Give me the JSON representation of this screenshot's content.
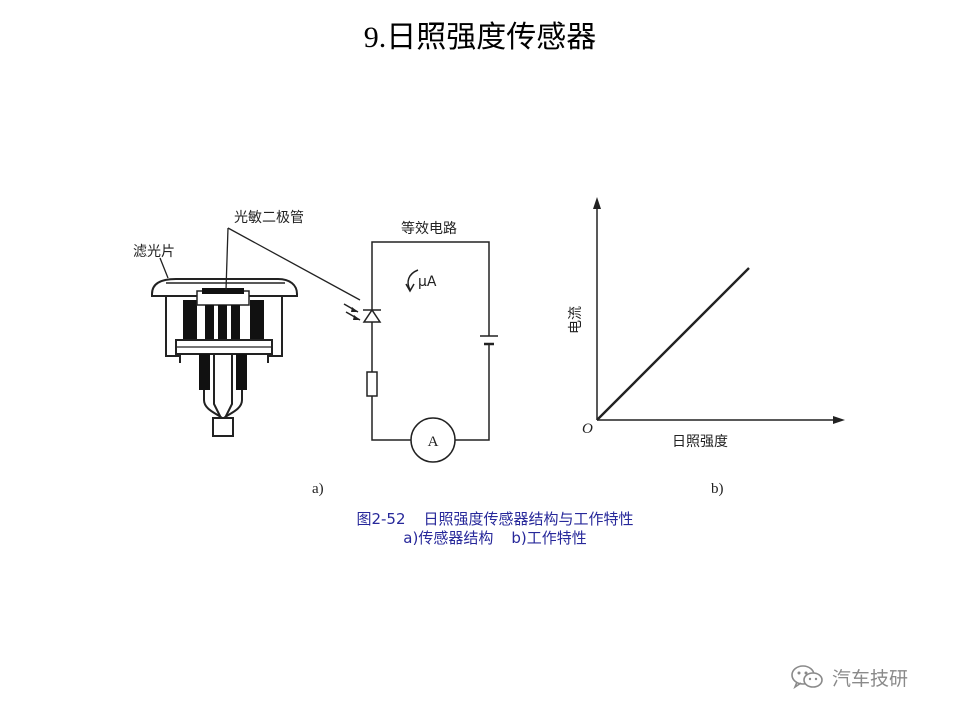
{
  "title": {
    "number": "9.",
    "text": "日照强度传感器"
  },
  "sensor": {
    "label_filter": "滤光片",
    "label_photodiode": "光敏二极管",
    "label_circuit": "等效电路",
    "label_current": "μA",
    "label_ammeter": "A",
    "panel_label": "a)"
  },
  "graph": {
    "ylabel": "电流",
    "xlabel": "日照强度",
    "origin": "O",
    "panel_label": "b)"
  },
  "caption": {
    "figure_no": "图2-52",
    "figure_title": "日照强度传感器结构与工作特性",
    "sub_a": "a)传感器结构",
    "sub_b": "b)工作特性"
  },
  "watermark": {
    "text": "汽车技研",
    "icon": "wechat-icon"
  },
  "colors": {
    "caption": "#27289a",
    "line": "#222222",
    "watermark": "#8a8a8a"
  }
}
